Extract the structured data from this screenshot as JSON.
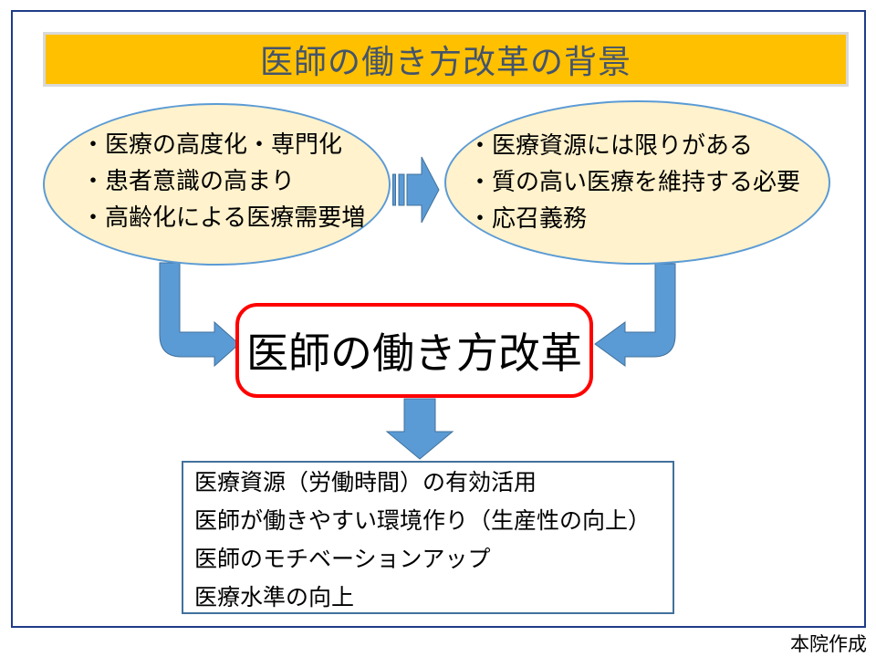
{
  "slide": {
    "title": "医師の働き方改革の背景",
    "left_ellipse": {
      "items": [
        "・医療の高度化・専門化",
        "・患者意識の高まり",
        "・高齢化による医療需要増"
      ]
    },
    "right_ellipse": {
      "items": [
        "・医療資源には限りがある",
        "・質の高い医療を維持する必要",
        "・応召義務"
      ]
    },
    "center_box": {
      "label": "医師の働き方改革"
    },
    "result_box": {
      "lines": [
        "医療資源（労働時間）の有効活用",
        "医師が働きやすい環境作り（生産性の向上）",
        "医師のモチベーションアップ",
        "医療水準の向上"
      ]
    },
    "credit": "本院作成",
    "icons": {
      "between_ellipses": "striped-right-arrow",
      "left_to_center": "bent-down-right-arrow",
      "right_to_center": "bent-down-left-arrow",
      "center_to_result": "down-arrow"
    },
    "colors": {
      "outer_border": "#1F3C88",
      "title_bg": "#FFC000",
      "title_border": "#D9D9D9",
      "title_text": "#44546A",
      "ellipse_fill": "#FFF2CC",
      "ellipse_border": "#5B9BD5",
      "arrow_fill": "#5B9BD5",
      "arrow_stroke": "#41719C",
      "center_box_border": "#FF0000",
      "result_box_border": "#41719C",
      "body_text": "#000000"
    }
  }
}
